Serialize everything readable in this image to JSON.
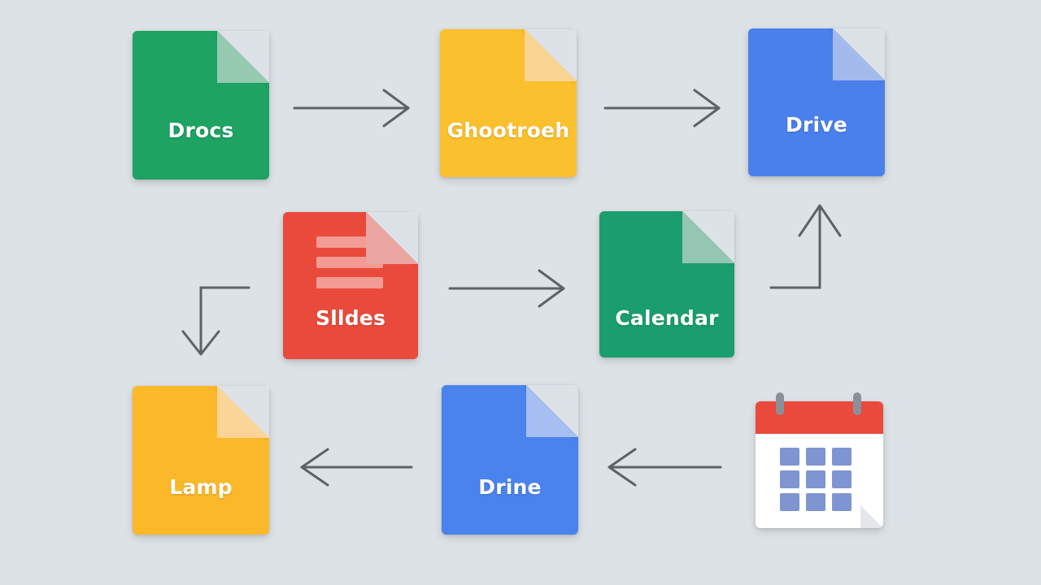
{
  "diagram": {
    "nodes": {
      "docs": {
        "label": "Drocs",
        "icon": "document-icon",
        "color": "#1ea362",
        "color_dark": "#158a50"
      },
      "sheets": {
        "label": "Ghootroeh",
        "icon": "document-icon",
        "color": "#fbc02d",
        "color_dark": "#f4a010"
      },
      "drive_top": {
        "label": "Drive",
        "icon": "document-icon",
        "color": "#4a80ec",
        "color_dark": "#3567d6"
      },
      "slides": {
        "label": "Slldes",
        "icon": "presentation-icon",
        "color": "#ea4a3c",
        "color_dark": "#d23a2f"
      },
      "calendar": {
        "label": "Calendar",
        "icon": "document-icon",
        "color": "#1a9e6e",
        "color_dark": "#138056"
      },
      "lamp": {
        "label": "Lamp",
        "icon": "document-icon",
        "color": "#fbb829",
        "color_dark": "#f7a21b"
      },
      "drive_bottom": {
        "label": "Drine",
        "icon": "document-icon",
        "color": "#4a82ee",
        "color_dark": "#3a6fe0"
      },
      "calendar_icon": {
        "label": "",
        "icon": "calendar-icon",
        "color": "#ea4a3c",
        "color_dark": "#8a9bd8"
      }
    },
    "connections": [
      {
        "from": "docs",
        "to": "sheets",
        "direction": "right"
      },
      {
        "from": "sheets",
        "to": "drive_top",
        "direction": "right"
      },
      {
        "from": "calendar",
        "to": "drive_top",
        "direction": "up"
      },
      {
        "from": "slides",
        "to": "calendar",
        "direction": "right"
      },
      {
        "from": "slides",
        "to": "lamp",
        "direction": "down"
      },
      {
        "from": "calendar_icon",
        "to": "drive_bottom",
        "direction": "left"
      },
      {
        "from": "drive_bottom",
        "to": "lamp",
        "direction": "left"
      }
    ],
    "colors": {
      "background": "#dde2e6",
      "arrow": "#5c6268"
    }
  }
}
